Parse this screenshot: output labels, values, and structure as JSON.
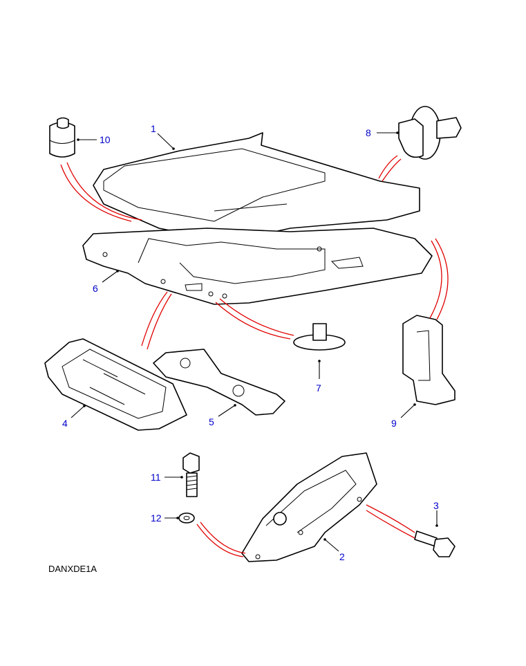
{
  "diagram": {
    "code": "DANXDE1A",
    "callouts": {
      "c1": "1",
      "c2": "2",
      "c3": "3",
      "c4": "4",
      "c5": "5",
      "c6": "6",
      "c7": "7",
      "c8": "8",
      "c9": "9",
      "c10": "10",
      "c11": "11",
      "c12": "12"
    },
    "colors": {
      "callout": "#0000cc",
      "link": "#e00000",
      "outline": "#000000"
    }
  }
}
